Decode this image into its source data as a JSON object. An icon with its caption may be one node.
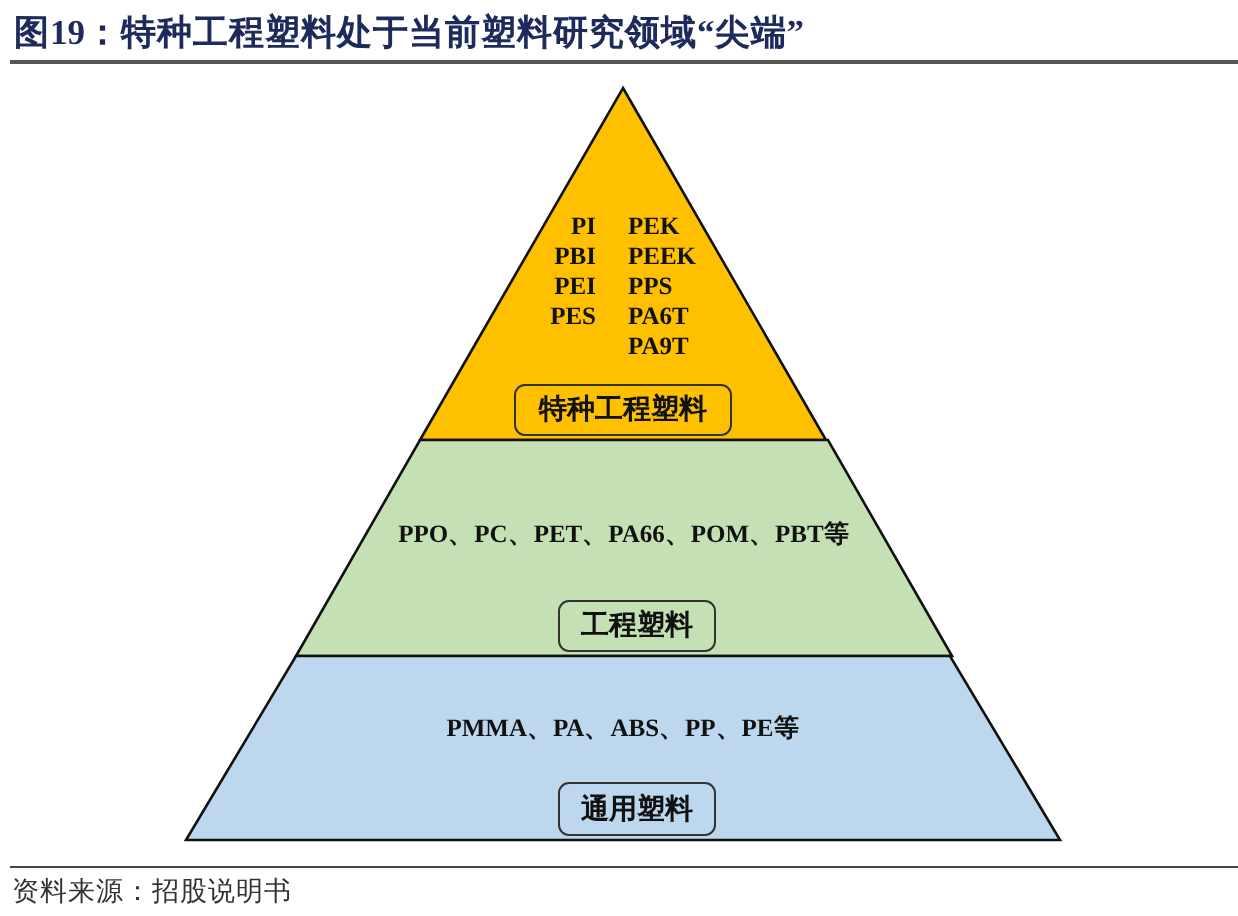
{
  "diagram": {
    "title": "图19：特种工程塑料处于当前塑料研究领域“尖端”",
    "caption": "资料来源：招股说明书",
    "nodes": [
      {
        "text": [
          "PI PBI PEI PES",
          "PEK PEEK PPS PA6T PA9T"
        ]
      },
      {
        "text": [
          "特种工程塑料"
        ],
        "in": 0
      },
      {
        "text": [
          "PPO、PC、PET、PA66、POM、PBT等"
        ]
      },
      {
        "text": [
          "工程塑料"
        ],
        "in": 2
      },
      {
        "text": [
          "PMMA、PA、ABS、PP、PE等"
        ]
      },
      {
        "text": [
          "通用塑料"
        ],
        "in": 4
      }
    ]
  }
}
